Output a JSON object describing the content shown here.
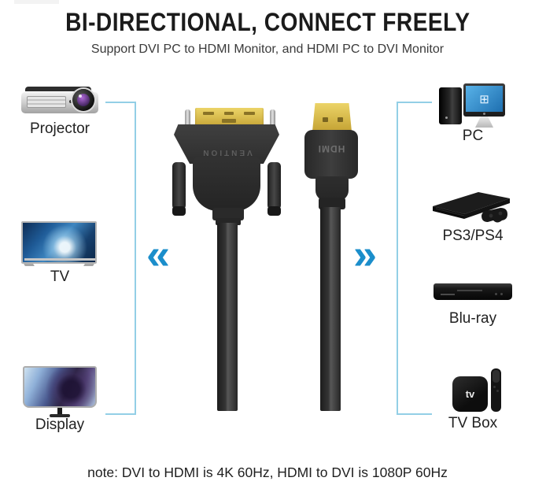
{
  "header": {
    "title": "BI-DIRECTIONAL, CONNECT FREELY",
    "subtitle": "Support DVI PC to HDMI Monitor, and HDMI PC to DVI Monitor"
  },
  "left_devices": [
    {
      "id": "projector",
      "label": "Projector"
    },
    {
      "id": "tv",
      "label": "TV"
    },
    {
      "id": "display",
      "label": "Display"
    }
  ],
  "right_devices": [
    {
      "id": "pc",
      "label": "PC"
    },
    {
      "id": "ps",
      "label": "PS3/PS4"
    },
    {
      "id": "bluray",
      "label": "Blu-ray"
    },
    {
      "id": "tvbox",
      "label": "TV Box"
    }
  ],
  "cable": {
    "dvi_brand": "VENTION",
    "hdmi_label": "HDMI"
  },
  "chevrons": {
    "left": "«",
    "right": "»"
  },
  "icons": {
    "pc_logo_glyph": "⊞",
    "tvbox_logo": "tv"
  },
  "note": {
    "text": "note: DVI to HDMI is 4K 60Hz, HDMI to DVI is 1080P 60Hz"
  },
  "colors": {
    "accent_blue": "#1b8ecb",
    "bracket_blue": "#93cfe6",
    "gold": "#dcc04e"
  }
}
